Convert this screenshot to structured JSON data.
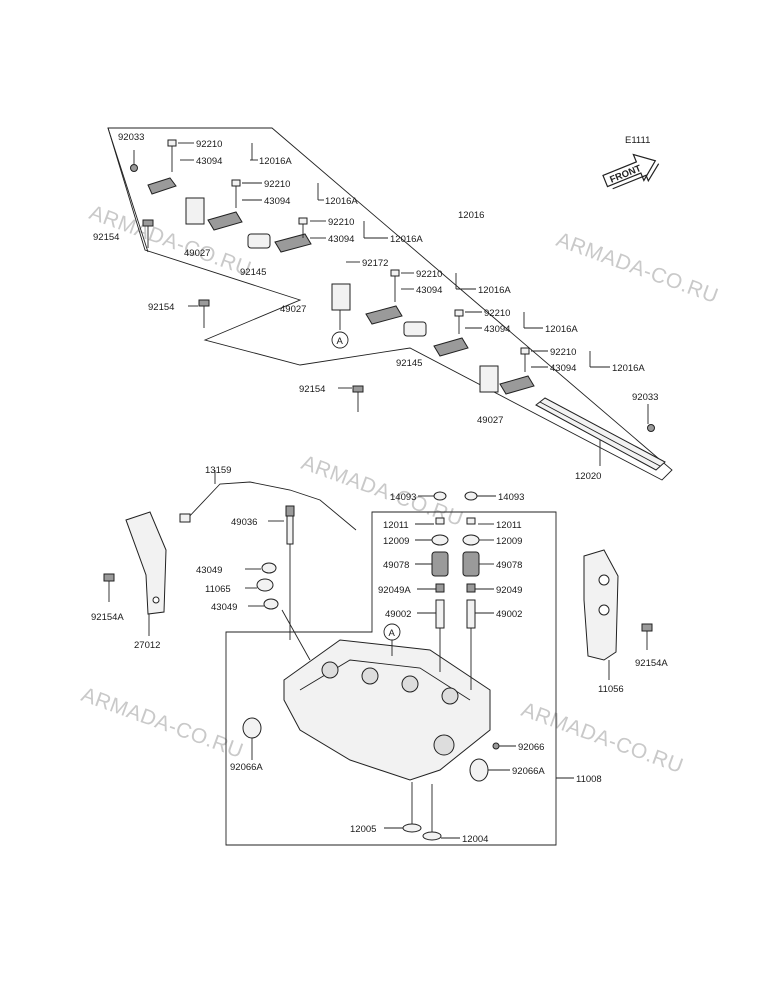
{
  "diagram_id": "E1111",
  "front_label": "FRONT",
  "ref_marker": "A",
  "watermark": "ARMADA-CO.RU",
  "labels": {
    "p92033_top": "92033",
    "p92210_1": "92210",
    "p43094_1": "43094",
    "p12016A_1": "12016A",
    "p92210_2": "92210",
    "p43094_2": "43094",
    "p12016A_2": "12016A",
    "p92210_3": "92210",
    "p43094_3": "43094",
    "p12016A_3": "12016A",
    "p92210_4": "92210",
    "p43094_4": "43094",
    "p12016A_4": "12016A",
    "p92210_5": "92210",
    "p43094_5": "43094",
    "p12016A_5": "12016A",
    "p92210_6": "92210",
    "p43094_6": "43094",
    "p12016A_6": "12016A",
    "p12016": "12016",
    "p92154_1": "92154",
    "p92154_2": "92154",
    "p92154_3": "92154",
    "p49027_1": "49027",
    "p49027_2": "49027",
    "p49027_3": "49027",
    "p92145_1": "92145",
    "p92145_2": "92145",
    "p92172": "92172",
    "p92033_right": "92033",
    "p12020": "12020",
    "p13159": "13159",
    "p49036": "49036",
    "p43049_1": "43049",
    "p11065": "11065",
    "p43049_2": "43049",
    "p92154A_left": "92154A",
    "p27012": "27012",
    "p14093_l": "14093",
    "p14093_r": "14093",
    "p12011_l": "12011",
    "p12011_r": "12011",
    "p12009_l": "12009",
    "p12009_r": "12009",
    "p49078_l": "49078",
    "p49078_r": "49078",
    "p92049A": "92049A",
    "p92049": "92049",
    "p49002_l": "49002",
    "p49002_r": "49002",
    "p92154A_right": "92154A",
    "p11056": "11056",
    "p92066": "92066",
    "p92066A_r": "92066A",
    "p92066A_l": "92066A",
    "p11008": "11008",
    "p12005": "12005",
    "p12004": "12004"
  }
}
